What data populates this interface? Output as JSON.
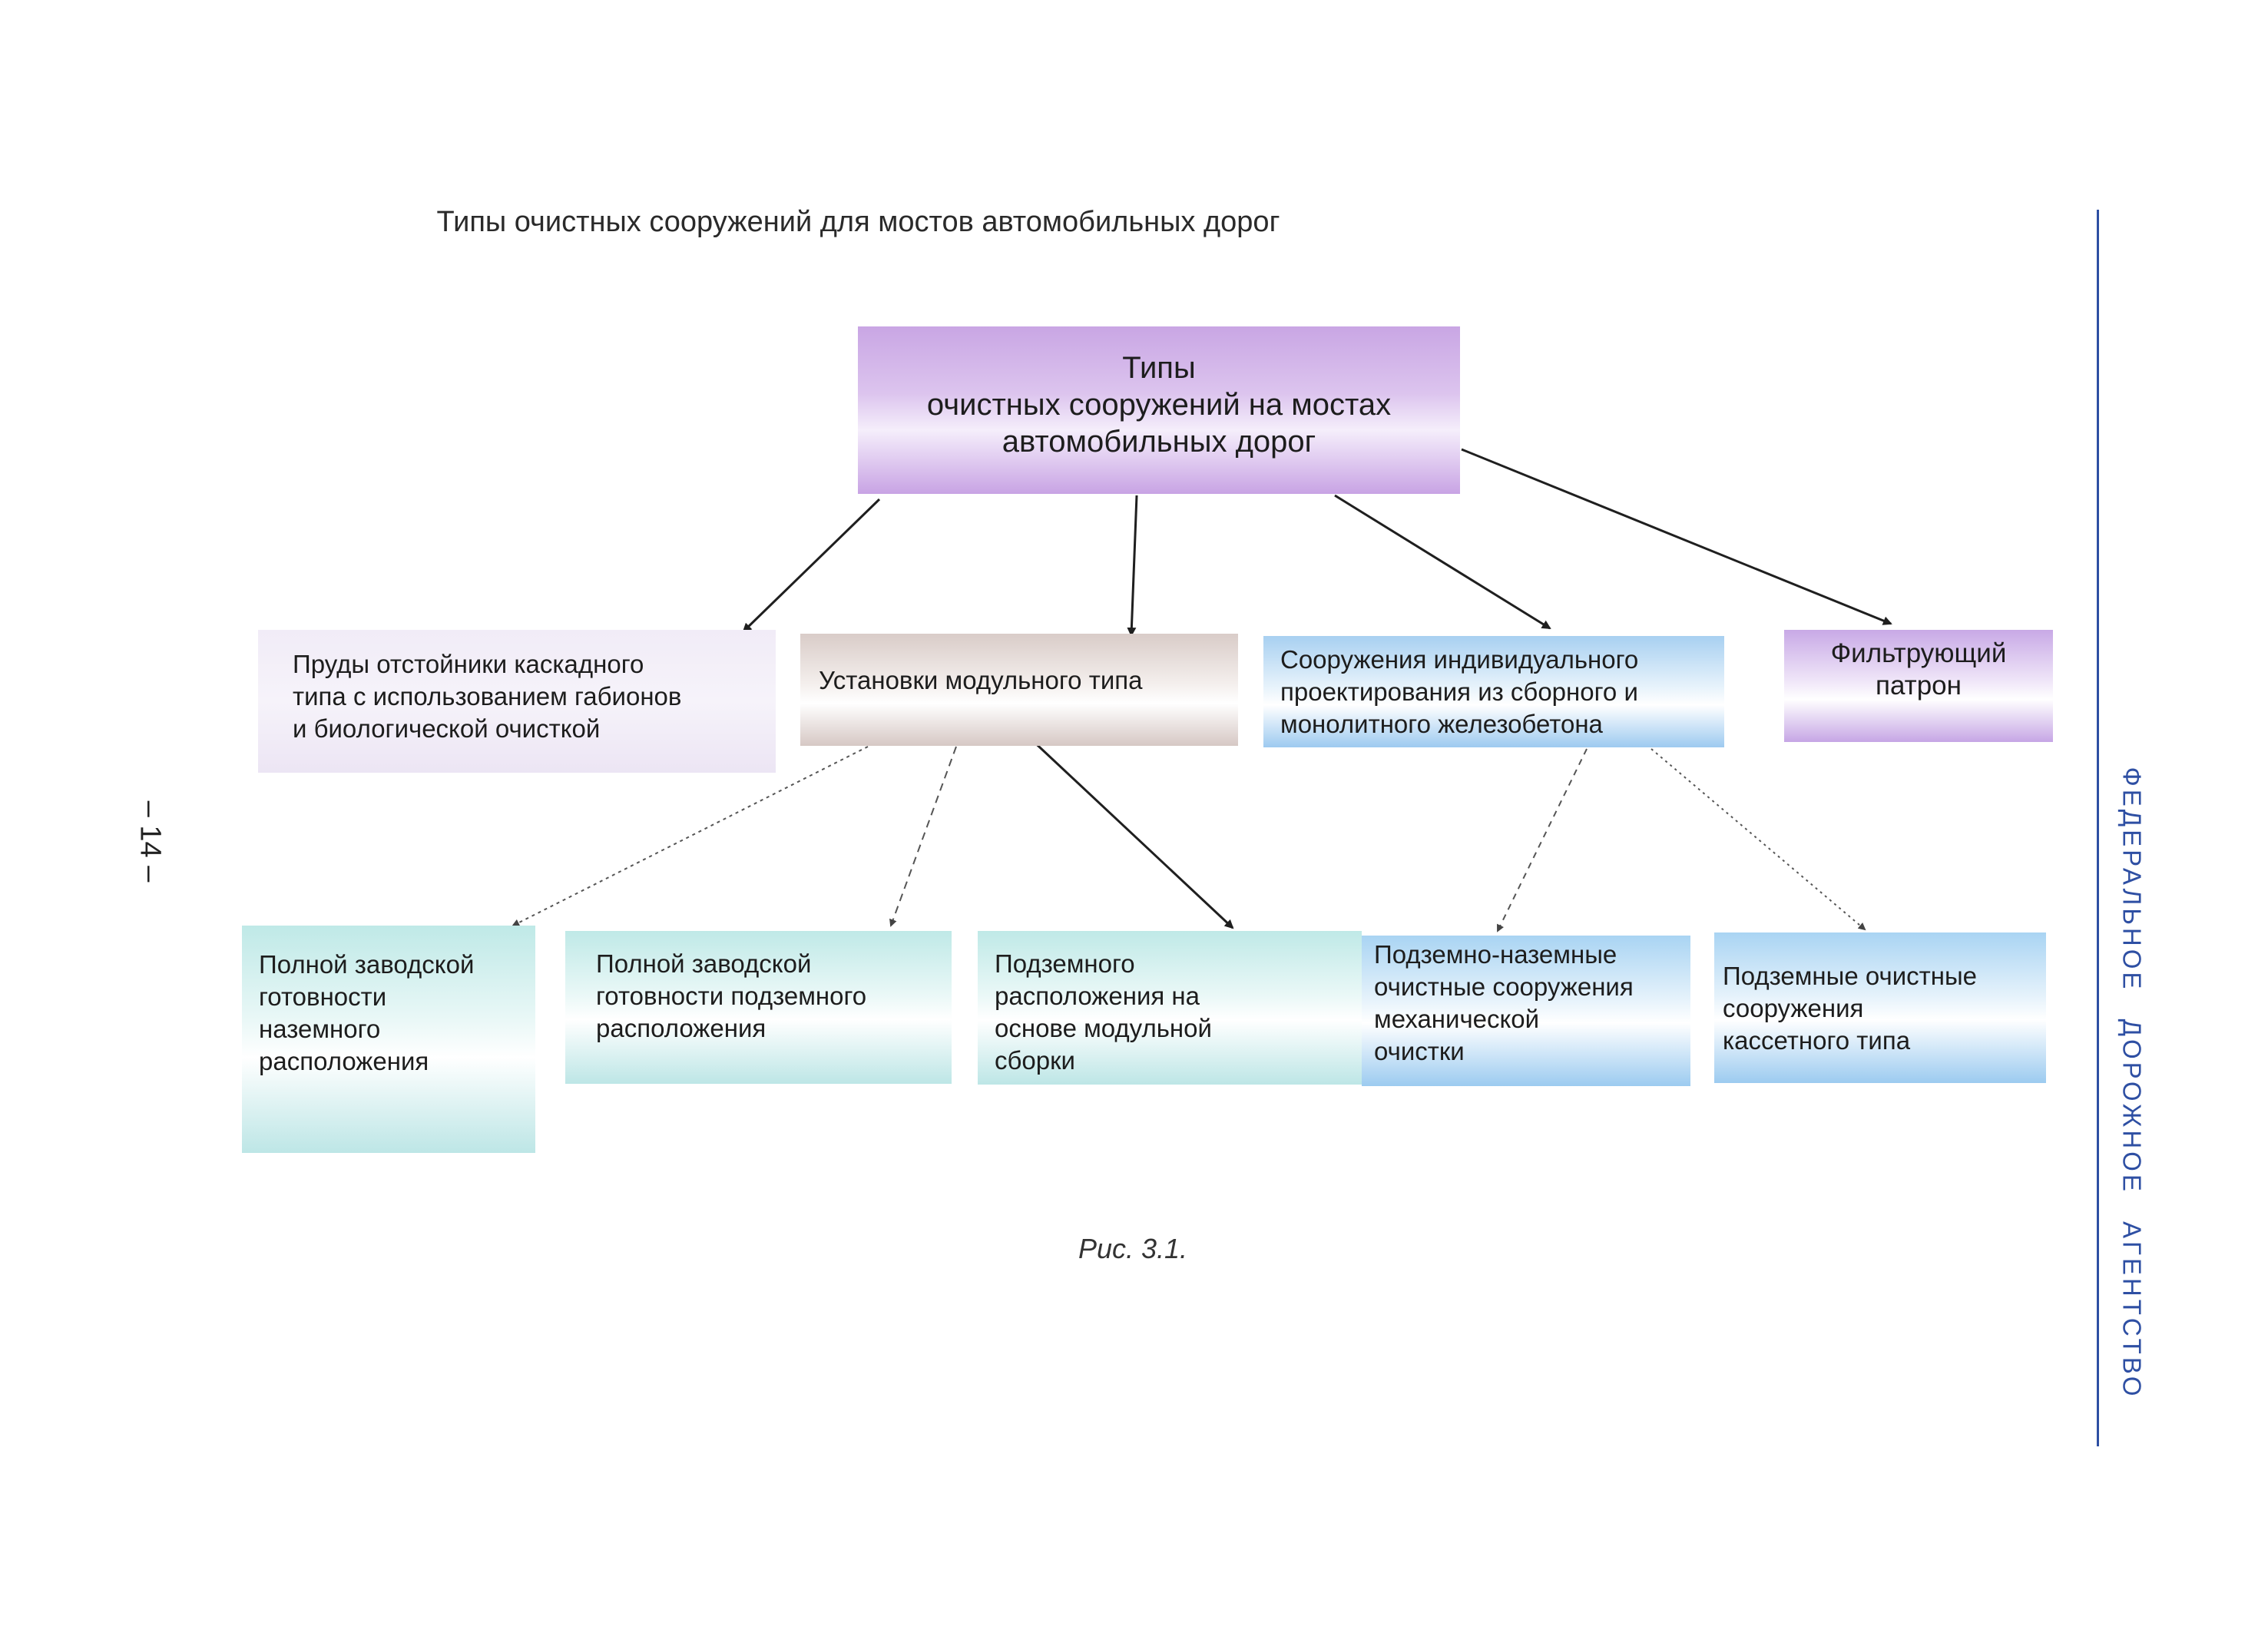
{
  "page_title": "Типы очистных сооружений для мостов автомобильных дорог",
  "root_node": "Типы\nочистных сооружений на мостах\nавтомобильных дорог",
  "categories": {
    "ponds": "Пруды отстойники каскадного\nтипа с использованием габионов\nи биологической очисткой",
    "modular": "Установки модульного типа",
    "individual": "Сооружения индивидуального\n проектирования из сборного и\nмонолитного железобетона",
    "filter": "Фильтрующий\nпатрон"
  },
  "modular_subtypes": [
    " Полной заводской\nготовности\nназемного\nрасположения",
    "Полной заводской\nготовности подземного\nрасположения",
    "Подземного\nрасположения на\nоснове модульной\nсборки"
  ],
  "individual_subtypes": [
    "Подземно-наземные\nочистные сооружения\nмеханической\nочистки",
    "Подземные очистные\nсооружения\nкассетного типа"
  ],
  "figure_caption": "Рис. 3.1.",
  "page_number": "– 14 –",
  "agency_label": "ФЕДЕРАЛЬНОЕ ДОРОЖНОЕ АГЕНТСТВО",
  "colors": {
    "root": "#c9a6e4",
    "filter": "#c8a9e6",
    "ponds": "#f1ecf7",
    "modular": "#d9ccc8",
    "individual": "#a8d0f1",
    "cyan_leaves": "#bfe9e7",
    "blue_leaves": "#a9d4f3",
    "agency_blue": "#2e4fa3"
  }
}
